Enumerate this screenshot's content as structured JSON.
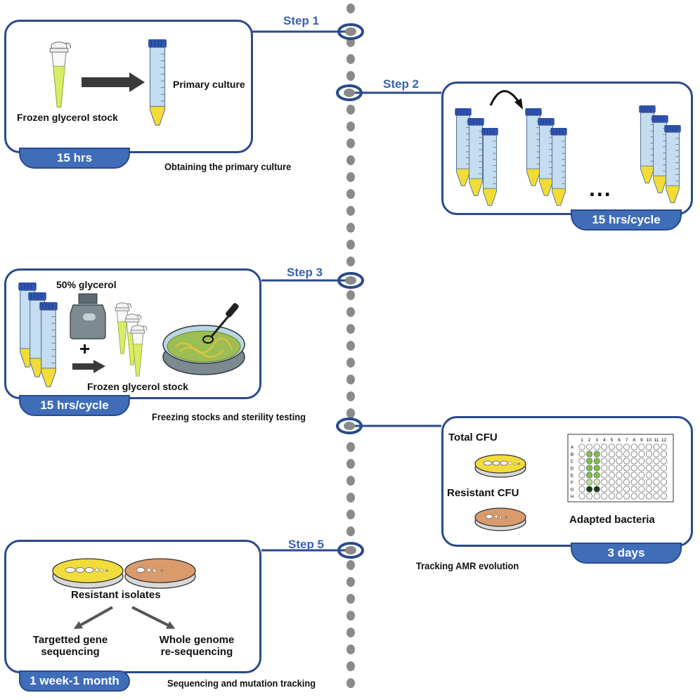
{
  "steps": {
    "s1": {
      "label": "Step 1",
      "duration": "15 hrs",
      "caption": "Obtaining the primary culture",
      "stock_label": "Frozen glycerol stock",
      "culture_label": "Primary culture"
    },
    "s2": {
      "label": "Step 2",
      "duration": "15 hrs/cycle",
      "ellipsis": "..."
    },
    "s3": {
      "label": "Step 3",
      "duration": "15 hrs/cycle",
      "caption": "Freezing stocks and sterility testing",
      "glycerol_label": "50% glycerol",
      "plus": "+",
      "stock_label": "Frozen glycerol stock"
    },
    "s4": {
      "duration": "3 days",
      "caption": "Tracking AMR evolution",
      "total_cfu": "Total CFU",
      "resistant_cfu": "Resistant CFU",
      "adapted_label": "Adapted bacteria",
      "plate_cols": [
        "1",
        "2",
        "3",
        "4",
        "5",
        "6",
        "7",
        "8",
        "9",
        "10",
        "11",
        "12"
      ],
      "plate_rows": [
        "A",
        "B",
        "C",
        "D",
        "E",
        "F",
        "G",
        "H"
      ]
    },
    "s5": {
      "label": "Step 5",
      "duration": "1 week-1 month",
      "caption": "Sequencing and mutation tracking",
      "isolates_label": "Resistant isolates",
      "targeted_l1": "Targetted gene",
      "targeted_l2": "sequencing",
      "wgs_l1": "Whole genome",
      "wgs_l2": "re-sequencing"
    }
  },
  "colors": {
    "border": "#2b4a8a",
    "tab": "#3f6db8",
    "step_text": "#3a63b0",
    "timeline_dot": "#8a8a8a",
    "yellow_agar": "#f0dc3c",
    "orange_agar": "#d99a6c",
    "green_well": "#7cbf4a",
    "dark_well": "#1f3d12"
  }
}
